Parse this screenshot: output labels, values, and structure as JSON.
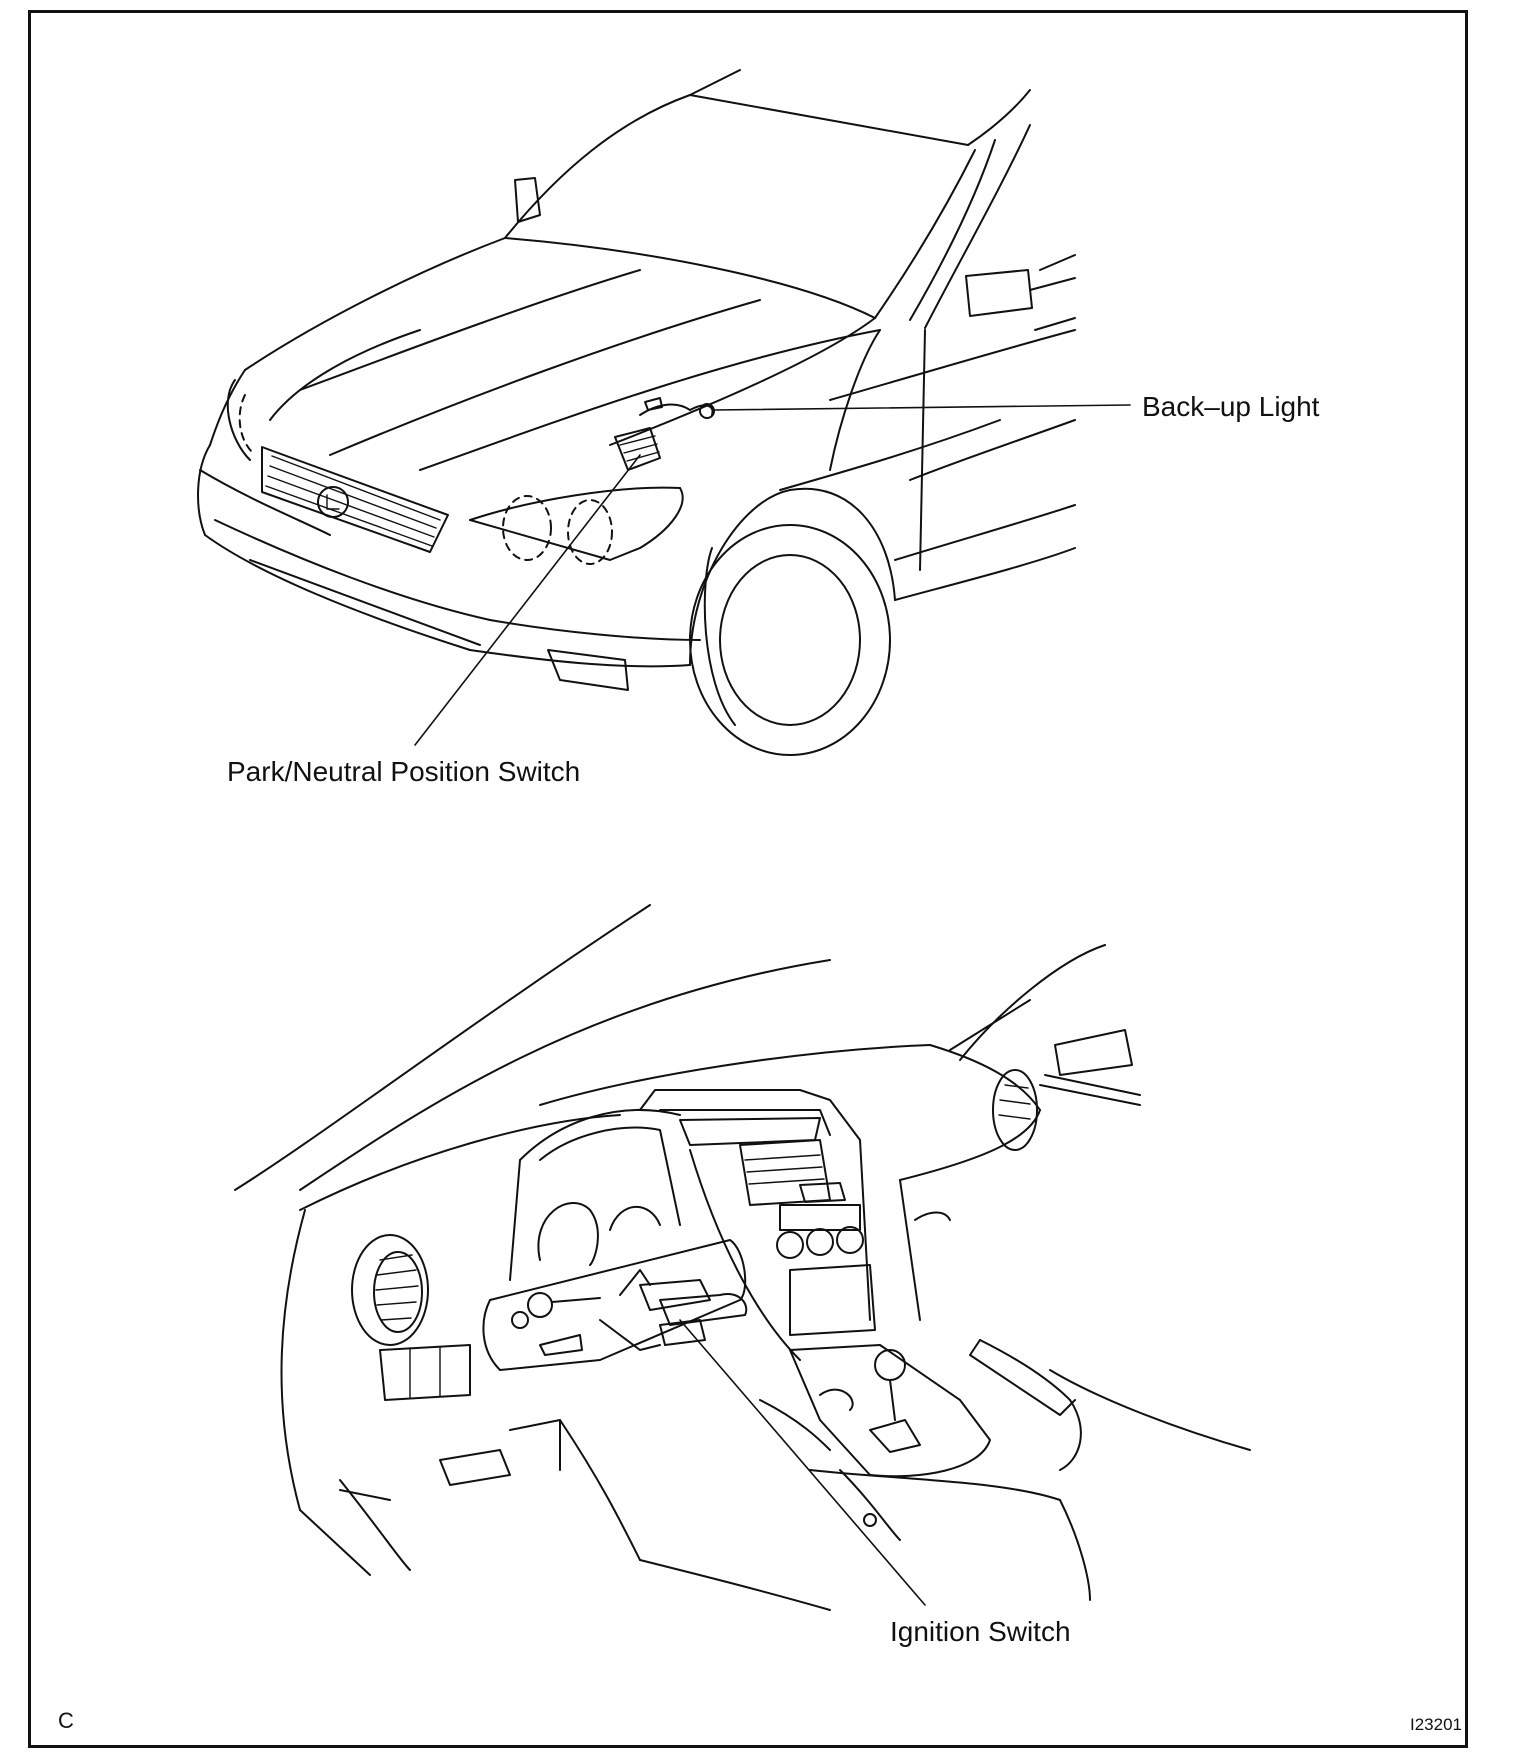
{
  "callouts": {
    "backup_light": "Back–up Light",
    "park_neutral_switch": "Park/Neutral Position Switch",
    "ignition_switch": "Ignition Switch"
  },
  "figure": {
    "corner_letter": "C",
    "figure_code": "I23201"
  }
}
